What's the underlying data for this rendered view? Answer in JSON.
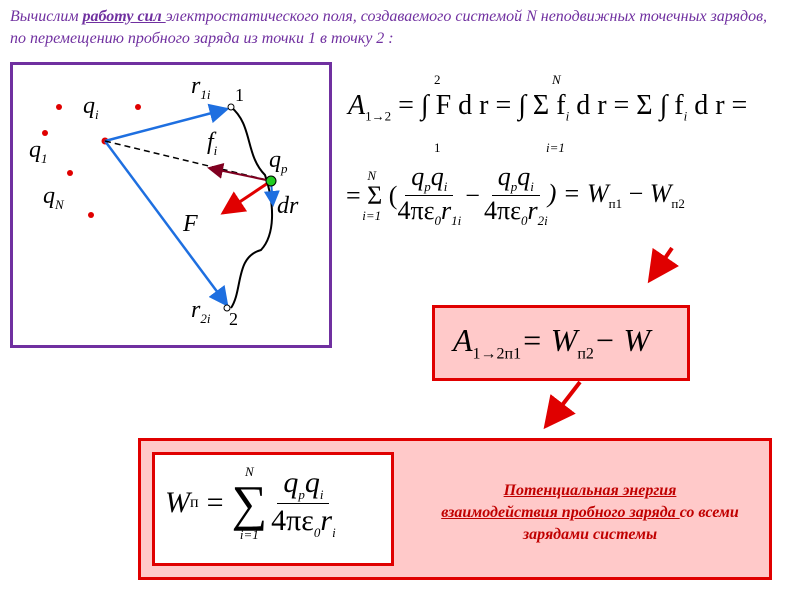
{
  "intro": {
    "bold": "работу сил ",
    "before": "Вычислим ",
    "after": "электростатического поля, создаваемого системой N неподвижных точечных зарядов, по перемещению пробного заряда из точки 1 в точку 2 :"
  },
  "diagram": {
    "qi": "q",
    "qi_sub": "i",
    "q1": "q",
    "q1_sub": "1",
    "qN": "q",
    "qN_sub": "N",
    "qp": "q",
    "qp_sub": "p",
    "r1i": "r",
    "r1i_sub": "1i",
    "r2i": "r",
    "r2i_sub": "2i",
    "fi": "f",
    "fi_sub": "i",
    "F": "F",
    "dr": "dr",
    "p1": "1",
    "p2": "2"
  },
  "eq1": {
    "A": "A",
    "A_sub": "1→2",
    "t1": "= ∫ F d r = ∫ Σ f",
    "t1b": "d r = Σ ∫ f",
    "t1c": "d r =",
    "lim_top": "2",
    "lim_bot": "1",
    "N": "N",
    "i1": "i=1"
  },
  "eq2": {
    "lead": "= Σ (",
    "num": "q",
    "num_sub": "p",
    "num2": "q",
    "num2_sub": "i",
    "den1": "4πε",
    "den1_sub": "0",
    "den1_r": "r",
    "den1_rsub": "1i",
    "den2_rsub": "2i",
    "minus": "−",
    "tail": ") = W",
    "W1": "п1",
    "W2": "п2",
    "N": "N",
    "i1": "i=1"
  },
  "box1": {
    "A": "A",
    "A_sub": "1→2п1",
    "eq": "= W",
    "mid": "п2",
    "tail": "− W"
  },
  "box2": {
    "W": "W",
    "W_sub": "п",
    "eq": "=",
    "N": "N",
    "i1": "i=1",
    "num": "q",
    "num_sub": "p",
    "num2": "q",
    "num2_sub": "i",
    "den": "4πε",
    "den_sub": "0",
    "den_r": "r",
    "den_rsub": "i"
  },
  "note": {
    "u1": "Потенциальная энергия",
    "u2": "взаимодействия пробного заряда ",
    "rest": "со всеми зарядами системы"
  },
  "colors": {
    "purple": "#7030a0",
    "red": "#e00000",
    "pink": "#ffc9c9",
    "blue": "#1e6fe0"
  }
}
